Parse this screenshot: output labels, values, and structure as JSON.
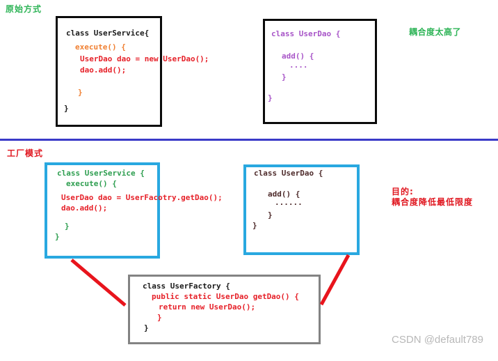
{
  "labels": {
    "original_way": "原始方式",
    "coupling_too_high": "耦合度太高了",
    "factory_mode": "工厂模式",
    "purpose_line1": "目的:",
    "purpose_line2": "耦合度降低最低限度"
  },
  "code_boxes": {
    "user_service_original": {
      "l1": "class UserService{",
      "l2": "execute() {",
      "l3": "UserDao dao = new UserDao();",
      "l4": "dao.add();",
      "l5": "}",
      "l6": "}"
    },
    "user_dao_original": {
      "l1": "class UserDao {",
      "l2": "add() {",
      "l3": "....",
      "l4": "}",
      "l5": "}"
    },
    "user_service_factory": {
      "l1": "class UserService {",
      "l2": "execute() {",
      "l3": "UserDao dao = UserFacotry.getDao();",
      "l4": "dao.add();",
      "l5": "}",
      "l6": "}"
    },
    "user_dao_factory": {
      "l1": "class UserDao {",
      "l2": "add() {",
      "l3": "......",
      "l4": "}",
      "l5": "}"
    },
    "user_factory": {
      "l1": "class UserFactory {",
      "l2": "public static UserDao getDao() {",
      "l3": "return new UserDao();",
      "l4": "}",
      "l5": "}"
    }
  },
  "watermark": "CSDN @default789",
  "colors": {
    "green_label": "#2eb457",
    "red_label": "#e0161f",
    "code_black": "#1a1a1a",
    "code_orange": "#f08033",
    "code_red": "#e62129",
    "code_purple": "#a855c8",
    "code_green": "#2e9e50",
    "code_maroon": "#4e2b2b",
    "box_black_border": "#0b0b0b",
    "box_blue_border": "#29a8e0",
    "box_gray_border": "#838383",
    "divider_blue": "#3a3ac8",
    "connector_red": "#e8141c",
    "watermark_gray": "#b8b8b8"
  }
}
